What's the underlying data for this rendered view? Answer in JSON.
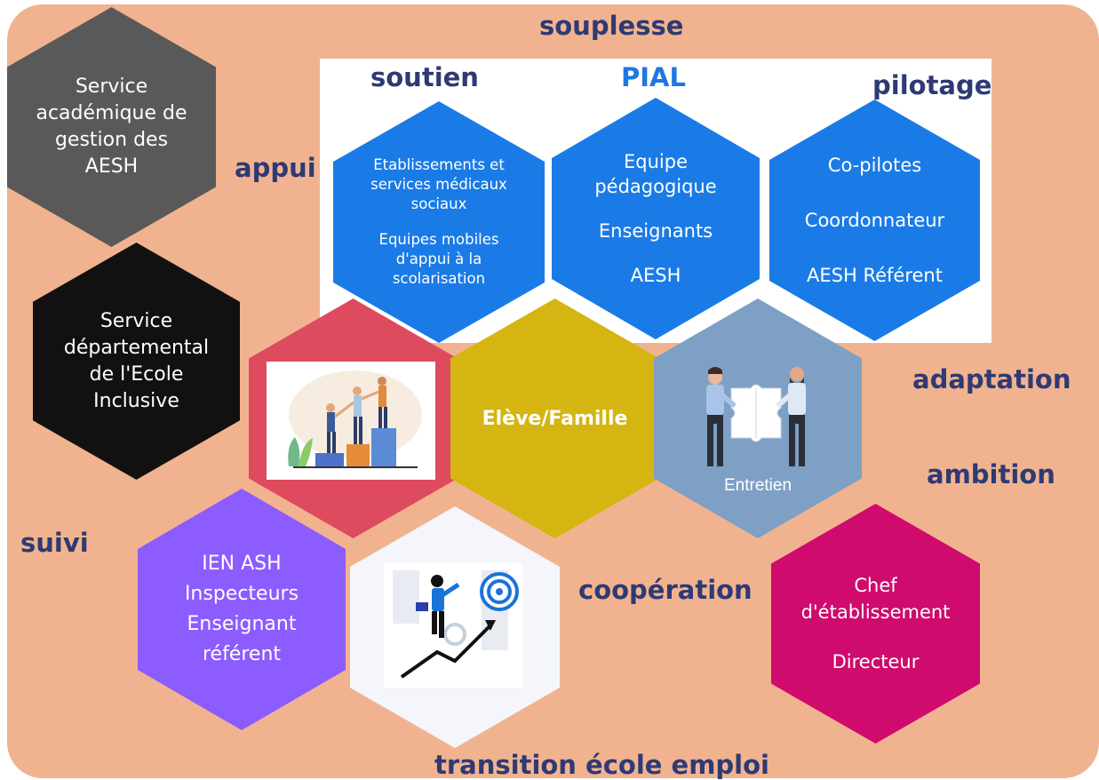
{
  "keywords": {
    "souplesse": "souplesse",
    "soutien": "soutien",
    "pial": "PIAL",
    "pilotage": "pilotage",
    "appui": "appui",
    "adaptation": "adaptation",
    "ambition": "ambition",
    "suivi": "suivi",
    "cooperation": "coopération",
    "transition": "transition école emploi"
  },
  "hexagons": {
    "academique": {
      "lines": [
        "Service",
        "académique de",
        "gestion des",
        "AESH"
      ]
    },
    "departemental": {
      "lines": [
        "Service",
        "départemental",
        "de l'Ecole",
        "Inclusive"
      ]
    },
    "soutien": {
      "lines": [
        "Etablissements et",
        "services médicaux",
        "sociaux",
        "Equipes mobiles",
        "d'appui à la",
        "scolarisation"
      ]
    },
    "pial": {
      "lines": [
        "Equipe",
        "pédagogique",
        "Enseignants",
        "AESH"
      ]
    },
    "pilotage": {
      "lines": [
        "Co-pilotes",
        "Coordonnateur",
        "AESH Référent"
      ]
    },
    "eleve": {
      "label": "Elève/Famille"
    },
    "entretien": {
      "label": "Entretien"
    },
    "suivi": {
      "lines": [
        "IEN ASH",
        "Inspecteurs",
        "Enseignant",
        "référent"
      ]
    },
    "chef": {
      "lines": [
        "Chef",
        "d'établissement",
        "Directeur"
      ]
    }
  },
  "colors": {
    "background": "#f1b38f",
    "keyword": "#2e3a74",
    "pial_title": "#1f77e0",
    "blue_hex": "#1a7be6",
    "gray_hex": "#595959",
    "black_hex": "#111111",
    "red_hex": "#de4a5e",
    "yellow_hex": "#d4b511",
    "steel_hex": "#7ea0c4",
    "purple_hex": "#8c5cff",
    "white_hex": "#f4f6fb",
    "magenta_hex": "#cf0b6e"
  },
  "icons": [
    "team-climbing-illustration",
    "puzzle-handshake-illustration",
    "target-climb-illustration"
  ]
}
